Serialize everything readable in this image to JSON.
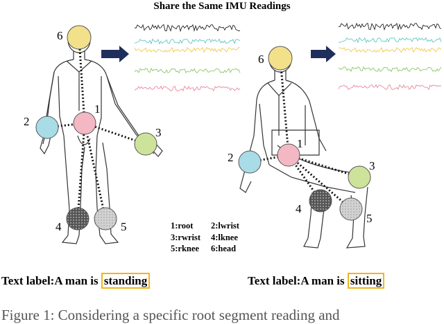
{
  "figure": {
    "title": "Share the Same IMU Readings",
    "legend_lines": [
      [
        "1:root",
        "2:lwrist"
      ],
      [
        "3:rwrist",
        "4:lknee"
      ],
      [
        "5:rknee",
        "6:head"
      ]
    ],
    "left_label": {
      "prefix": "Text label:",
      "sentence": "A man is ",
      "word": "standing"
    },
    "right_label": {
      "prefix": "Text label:",
      "sentence": "A man is ",
      "word": "sitting"
    },
    "caption_fragment": "Figure 1: Considering a specific root segment reading and",
    "sensor_numbers": [
      "1",
      "2",
      "3",
      "4",
      "5",
      "6"
    ],
    "colors": {
      "sensor_1": "#f4b8c4",
      "sensor_2": "#a8dce6",
      "sensor_3": "#cde39a",
      "sensor_4": "#555555",
      "sensor_5": "#cccccc",
      "sensor_6": "#f3e08a",
      "highlight_box": "#f2b418",
      "arrow": "#1f2f5c",
      "signal_1": "#222222",
      "signal_2": "#5ec8c4",
      "signal_3": "#f2c94c",
      "signal_4": "#8cc56a",
      "signal_5": "#e8889c"
    }
  }
}
